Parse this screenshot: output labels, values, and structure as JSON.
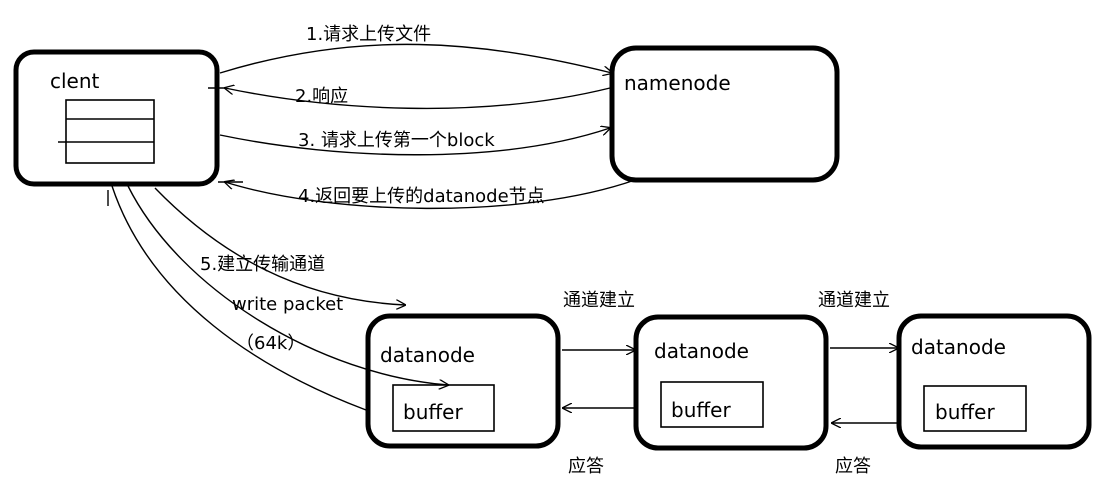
{
  "nodes": {
    "client": "clent",
    "namenode": "namenode",
    "datanode_1": "datanode",
    "datanode_2": "datanode",
    "datanode_3": "datanode",
    "buffer_1": "buffer",
    "buffer_2": "buffer",
    "buffer_3": "buffer"
  },
  "steps": {
    "request_upload_file": "1.请求上传文件",
    "response": "2.响应",
    "request_first_block": "3. 请求上传第一个block",
    "return_datanodes": "4.返回要上传的datanode节点",
    "build_pipeline": "5.建立传输通道",
    "write_packet": "write packet",
    "packet_size": "（64k）"
  },
  "pipeline": {
    "channel_established_1": "通道建立",
    "channel_established_2": "通道建立",
    "ack_1": "应答",
    "ack_2": "应答"
  }
}
